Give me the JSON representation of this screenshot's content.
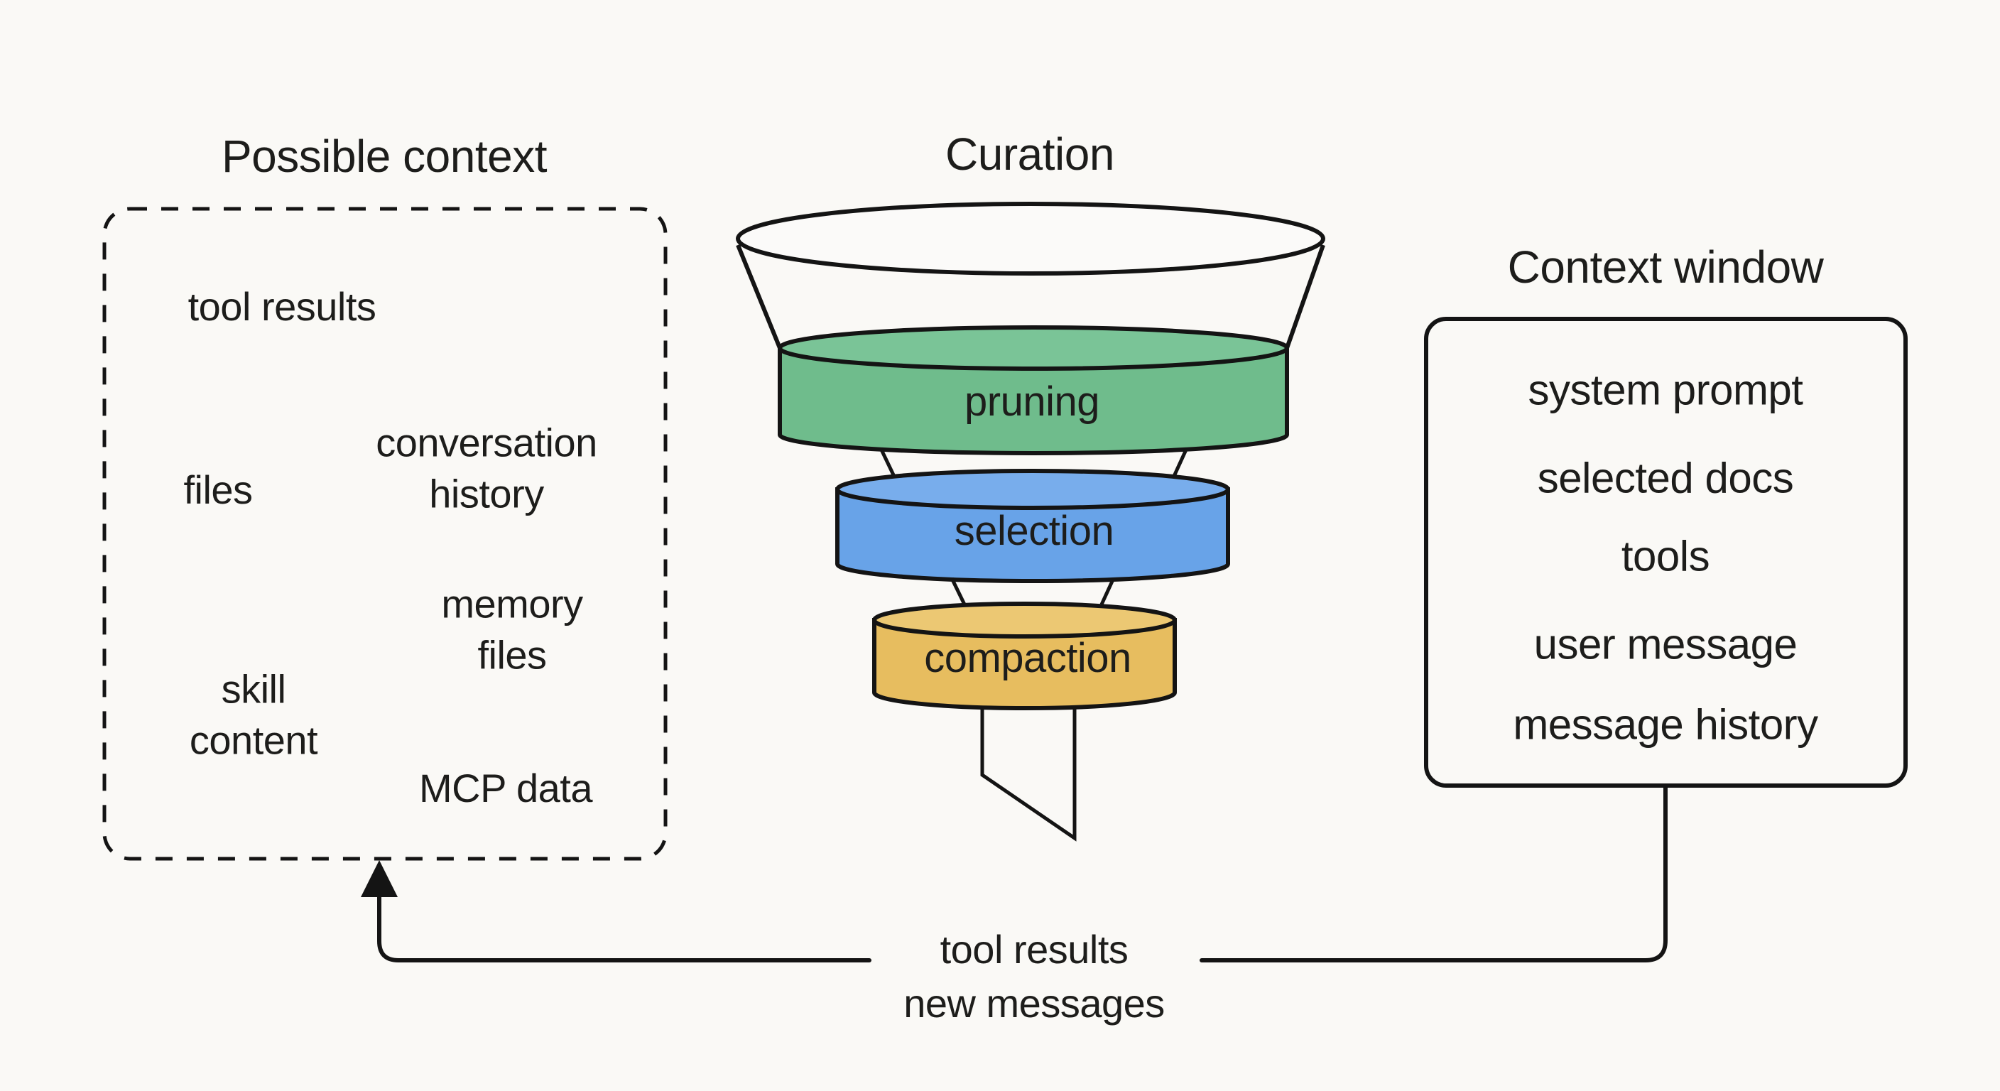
{
  "colors": {
    "background": "#faf9f6",
    "ink": "#141414",
    "text": "#1d1d1b",
    "funnel_bowl_fill": "#fbfaf9"
  },
  "left_panel": {
    "title": "Possible context",
    "items": [
      {
        "label": "tool results"
      },
      {
        "label": "conversation\nhistory"
      },
      {
        "label": "files"
      },
      {
        "label": "memory\nfiles"
      },
      {
        "label": "skill\ncontent"
      },
      {
        "label": "MCP data"
      }
    ]
  },
  "funnel": {
    "title": "Curation",
    "stages": [
      {
        "label": "pruning",
        "color": "#6fbc8c",
        "top_color": "#7ac497"
      },
      {
        "label": "selection",
        "color": "#68a3e8",
        "top_color": "#78adec"
      },
      {
        "label": "compaction",
        "color": "#e7bd5f",
        "top_color": "#ecc873"
      }
    ]
  },
  "context_window": {
    "title": "Context window",
    "items": [
      "system prompt",
      "selected docs",
      "tools",
      "user message",
      "message history"
    ]
  },
  "loop": {
    "line1": "tool results",
    "line2": "new messages"
  }
}
